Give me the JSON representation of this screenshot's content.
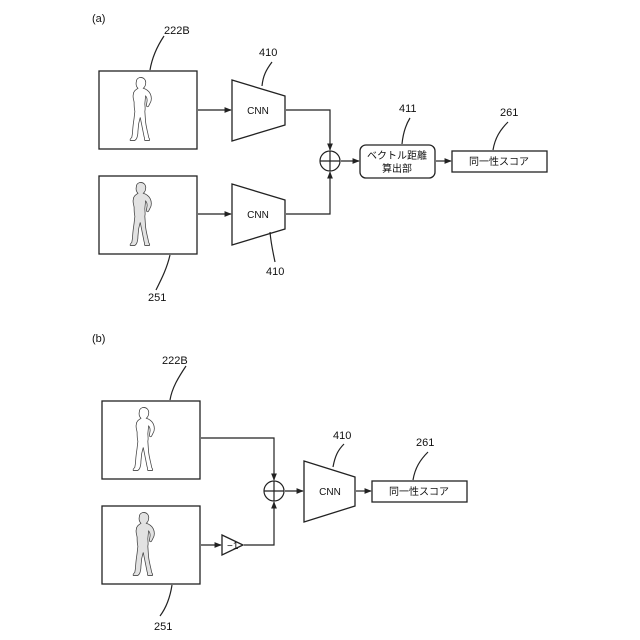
{
  "panel_a": {
    "label": "(a)",
    "ref_image_top": "222B",
    "ref_image_bottom": "251",
    "ref_cnn_top": "410",
    "ref_cnn_bottom": "410",
    "cnn_top": "CNN",
    "cnn_bottom": "CNN",
    "ref_distance": "411",
    "distance_line1": "ベクトル距離",
    "distance_line2": "算出部",
    "ref_score": "261",
    "score": "同一性スコア"
  },
  "panel_b": {
    "label": "(b)",
    "ref_image_top": "222B",
    "ref_image_bottom": "251",
    "ref_cnn": "410",
    "cnn": "CNN",
    "ref_score": "261",
    "score": "同一性スコア",
    "inverter": "−1"
  }
}
